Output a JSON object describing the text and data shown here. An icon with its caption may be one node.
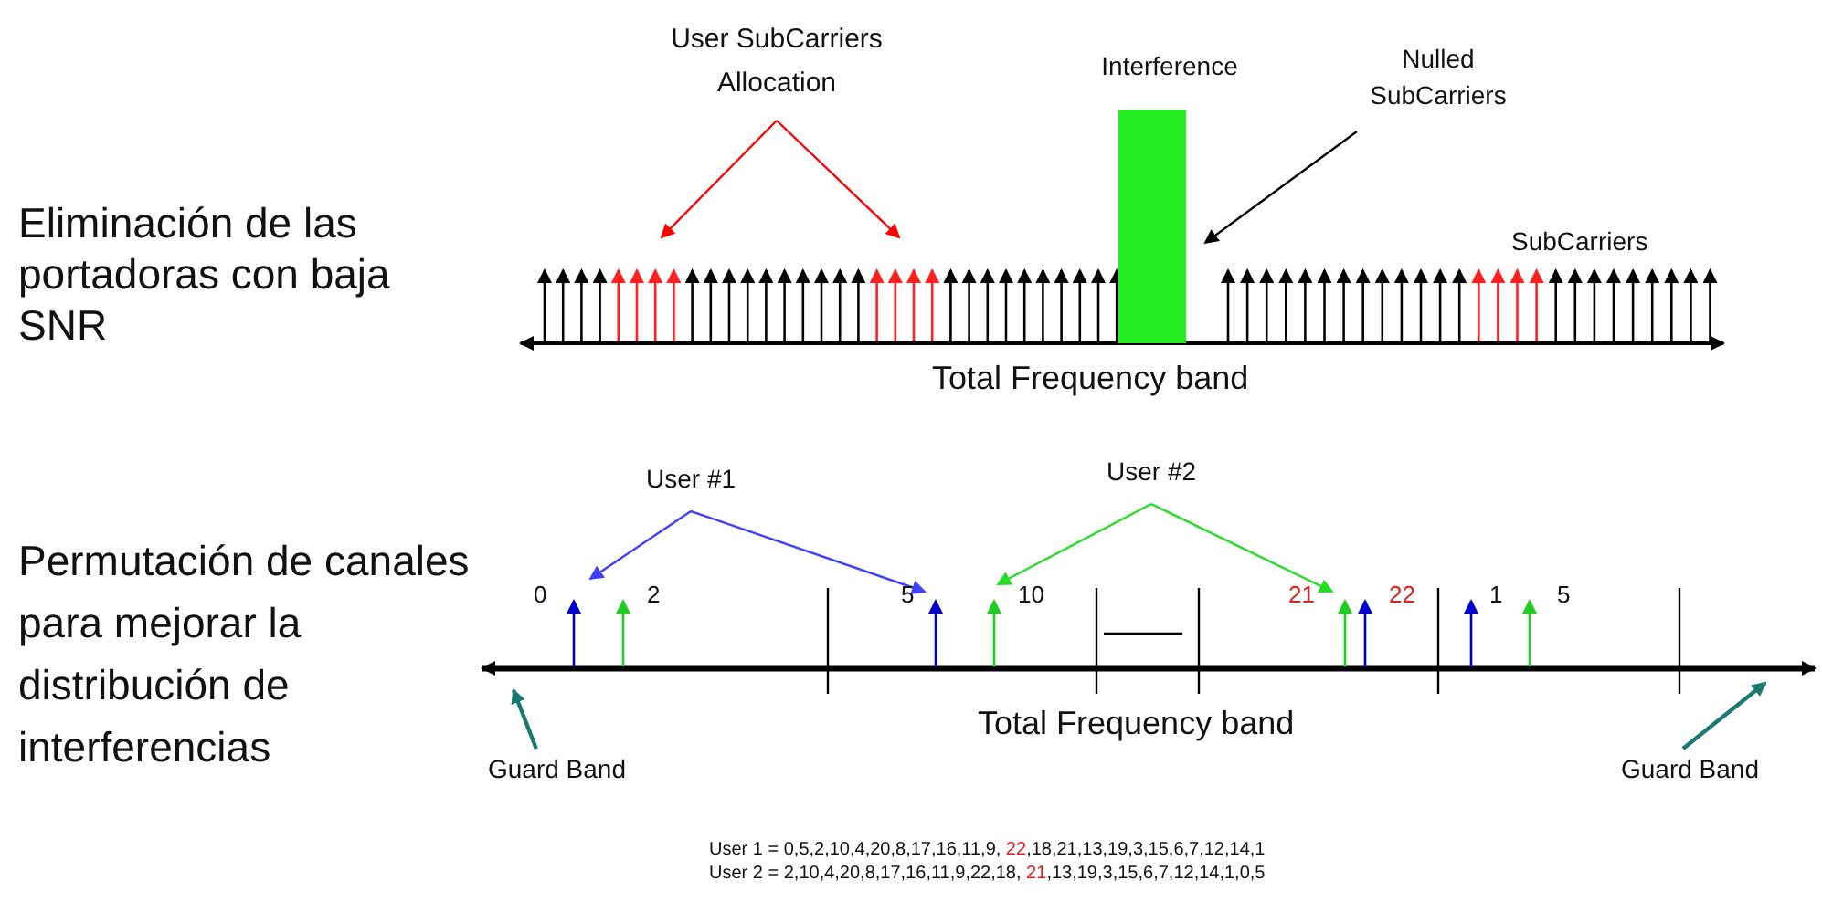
{
  "diagram": {
    "nodes": [
      {
        "text": [
          "User SubCarriers Allocation"
        ]
      },
      {
        "text": [
          "Interference"
        ]
      },
      {
        "text": [
          "Nulled SubCarriers"
        ]
      },
      {
        "text": [
          "User #1"
        ]
      },
      {
        "text": [
          "User #2"
        ]
      },
      {
        "text": [
          "Guard Band"
        ]
      },
      {
        "text": [
          "Guard Band"
        ]
      },
      {
        "text": [],
        "shape": "arrow"
      },
      {
        "text": [],
        "shape": "arrow"
      },
      {
        "text": [],
        "shape": "arrow"
      },
      {
        "text": [],
        "shape": "arrow"
      }
    ],
    "edges": [
      {
        "from": 0,
        "to": null,
        "arrow": "to",
        "color": "#ff0000"
      },
      {
        "from": 0,
        "to": null,
        "arrow": "to",
        "color": "#ff0000"
      },
      {
        "from": 2,
        "to": 1,
        "arrow": "to",
        "color": "#000000"
      },
      {
        "from": 3,
        "to": 7,
        "arrow": "to",
        "color": "#4040ff"
      },
      {
        "from": 3,
        "to": 8,
        "arrow": "to",
        "color": "#4040ff"
      },
      {
        "from": 4,
        "to": 9,
        "arrow": "to",
        "color": "#22dd22"
      },
      {
        "from": 4,
        "to": 10,
        "arrow": "to",
        "color": "#22dd22"
      },
      {
        "from": 5,
        "to": null,
        "arrow": "to",
        "color": "#1a7a70"
      },
      {
        "from": 6,
        "to": null,
        "arrow": "to",
        "color": "#1a7a70"
      }
    ],
    "labels": [
      "Eliminación de las portadoras con baja SNR",
      "SubCarriers",
      "Total Frequency band",
      "Permutación de canales para mejorar la distribución de interferencias",
      "0",
      "2",
      "5",
      "10",
      "21",
      "22",
      "1",
      "5",
      "Total Frequency band",
      "User 1 = 0,5,2,10,4,20,8,17,16,11,9, 22,18,21,13,19,3,15,6,7,12,14,1",
      "User 2 = 2,10,4,20,8,17,16,11,9,22,18, 21,13,19,3,15,6,7,12,14,1,0,5"
    ]
  }
}
